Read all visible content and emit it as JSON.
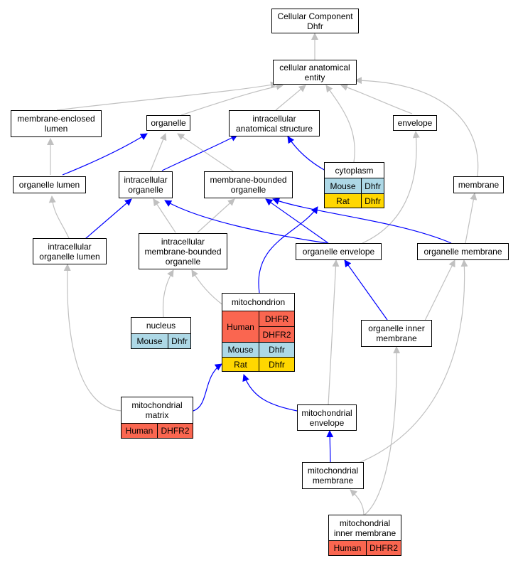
{
  "colors": {
    "human": "#fa6650",
    "mouse": "#add8e6",
    "rat": "#ffd700",
    "edge_gray": "#c0c0c0",
    "edge_blue": "#0000ff"
  },
  "nodes": {
    "root": "Cellular Component\nDhfr",
    "cae": "cellular anatomical\nentity",
    "mel": "membrane-enclosed\nlumen",
    "organelle": "organelle",
    "ias": "intracellular\nanatomical structure",
    "envelope": "envelope",
    "ol": "organelle lumen",
    "io": "intracellular\norganelle",
    "mbo": "membrane-bounded\norganelle",
    "membrane": "membrane",
    "iol": "intracellular\norganelle lumen",
    "imbo": "intracellular\nmembrane-bounded\norganelle",
    "oenv": "organelle envelope",
    "omem": "organelle membrane",
    "oim": "organelle inner\nmembrane",
    "menv": "mitochondrial\nenvelope",
    "mmem": "mitochondrial\nmembrane"
  },
  "tables": {
    "cytoplasm": {
      "title": "cytoplasm",
      "mouse": "Mouse",
      "mouse_gene": "Dhfr",
      "rat": "Rat",
      "rat_gene": "Dhfr"
    },
    "nucleus": {
      "title": "nucleus",
      "mouse": "Mouse",
      "mouse_gene": "Dhfr"
    },
    "mitochondrion": {
      "title": "mitochondrion",
      "human": "Human",
      "human_gene1": "DHFR",
      "human_gene2": "DHFR2",
      "mouse": "Mouse",
      "mouse_gene": "Dhfr",
      "rat": "Rat",
      "rat_gene": "Dhfr"
    },
    "matrix": {
      "title": "mitochondrial\nmatrix",
      "human": "Human",
      "human_gene": "DHFR2"
    },
    "mim": {
      "title": "mitochondrial\ninner membrane",
      "human": "Human",
      "human_gene": "DHFR2"
    }
  }
}
